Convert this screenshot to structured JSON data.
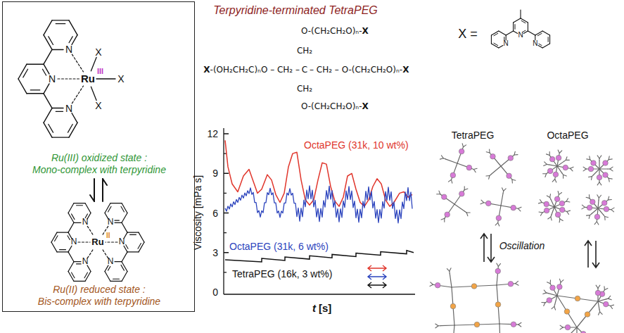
{
  "diagram": {
    "title": "Terpyridine-terminated TetraPEG",
    "nodes": [
      {
        "text": [
          "Ru(III) oxidized state :",
          "Mono-complex with terpyridine",
          "Ru(II) reduced state :",
          "Bis-complex with terpyridine"
        ]
      }
    ],
    "labels": [
      "N",
      "N",
      "Ru",
      "III",
      "X",
      "X",
      "X",
      "N",
      "N",
      "N",
      "N",
      "Ru",
      "II",
      "N",
      "N",
      "N",
      "O-(CH₂CH₂O)ₙ-",
      "X",
      "CH₂",
      "X",
      "-(OH₂CH₂C)ₙO – CH₂ –",
      "C",
      "– CH₂ – O-(CH₂CH₂O)ₙ-",
      "X",
      "CH₂",
      "O-(CH₂CH₂O)ₙ-",
      "X",
      "X =",
      "N",
      "N",
      "N",
      "12",
      "9",
      "6",
      "3",
      "0",
      "Viscosity [mPa s]",
      "OctaPEG (31k, 10 wt%)",
      "OctaPEG (31k, 6 wt%)",
      "TetraPEG (16k, 3 wt%)",
      "t",
      "[s]",
      "TetraPEG",
      "OctaPEG",
      "Oscillation"
    ]
  }
}
